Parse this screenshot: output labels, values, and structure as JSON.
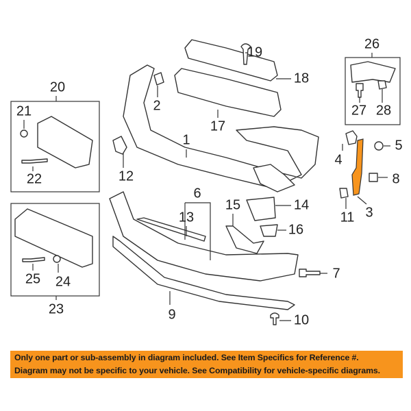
{
  "callouts": {
    "c1": "1",
    "c2": "2",
    "c3": "3",
    "c4": "4",
    "c5": "5",
    "c6": "6",
    "c7": "7",
    "c8": "8",
    "c9": "9",
    "c10": "10",
    "c11": "11",
    "c12": "12",
    "c13": "13",
    "c14": "14",
    "c15": "15",
    "c16": "16",
    "c17": "17",
    "c18": "18",
    "c19": "19",
    "c20": "20",
    "c21": "21",
    "c22": "22",
    "c23": "23",
    "c24": "24",
    "c25": "25",
    "c26": "26",
    "c27": "27",
    "c28": "28"
  },
  "highlight_color": "#f7941d",
  "banner": {
    "line1": "Only one part or sub-assembly in diagram included. See Item Specifics for Reference #.",
    "line2": "Diagram may not be specific to your vehicle. See Compatibility for vehicle-specific diagrams."
  }
}
